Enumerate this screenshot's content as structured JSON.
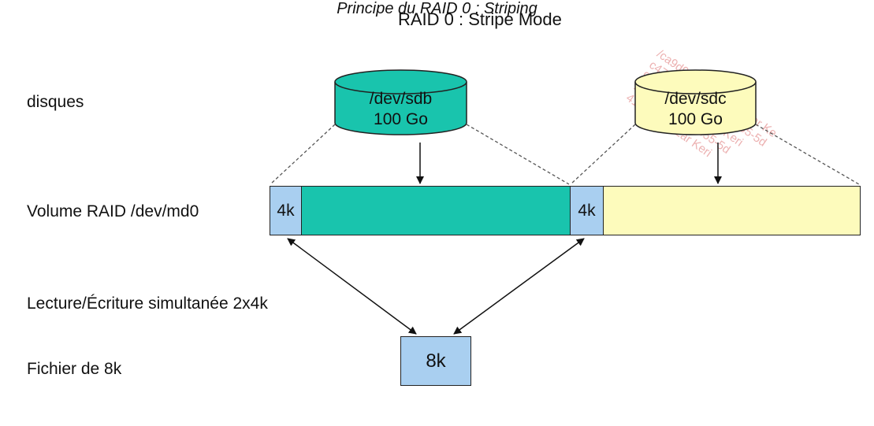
{
  "title": "RAID 0 : Stripe Mode",
  "rows": {
    "disks": "disques",
    "volume": "Volume RAID /dev/md0",
    "readwrite": "Lecture/Écriture simultanée 2x4k",
    "file": "Fichier de 8k"
  },
  "disks": [
    {
      "device": "/dev/sdb",
      "size": "100 Go",
      "color": "#19c4ad"
    },
    {
      "device": "/dev/sdc",
      "size": "100 Go",
      "color": "#fdfbbc"
    }
  ],
  "volume": {
    "chunk_label": "4k",
    "chunk_color": "#a9cff0"
  },
  "file_block": {
    "label": "8k"
  },
  "caption": "Principe du RAID 0 : Striping",
  "watermark": [
    "/ca9d9fa 411614 - Nizar Ke",
    "c47e2-e75d-4846-a855-5d",
    "9fa 411614 - Nizar Keri",
    "2-e75d-4846-a855-5d",
    "411614 - Nizar Keri"
  ]
}
